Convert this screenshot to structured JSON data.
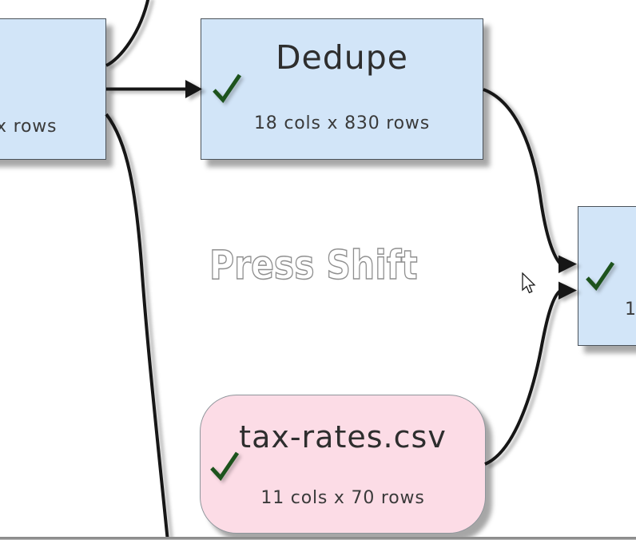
{
  "canvas": {
    "background": "#ffffff",
    "watermark_hint": "Press Shift",
    "colors": {
      "transform_node_fill": "#d2e5f8",
      "transform_node_border": "#4a525a",
      "input_node_fill": "#fcdce6",
      "input_node_border": "#8e959b",
      "check_green": "#1d531d",
      "connector_black": "#161616",
      "node_text": "#2e2e2e",
      "watermark_outline": "#8f8f8f"
    },
    "nodes": {
      "left_partial": {
        "type": "transform",
        "stats_visible": "x rows"
      },
      "dedupe": {
        "type": "transform",
        "title": "Dedupe",
        "stats": "18 cols x 830 rows",
        "status_icon": "check"
      },
      "right_partial": {
        "type": "transform",
        "stats_visible": "1",
        "status_icon": "check"
      },
      "tax_rates": {
        "type": "input",
        "title": "tax-rates.csv",
        "stats": "11 cols x 70 rows",
        "status_icon": "check"
      }
    },
    "icons": {
      "check": "✓",
      "arrowhead": "triangle-right",
      "cursor": "arrow-pointer"
    }
  }
}
